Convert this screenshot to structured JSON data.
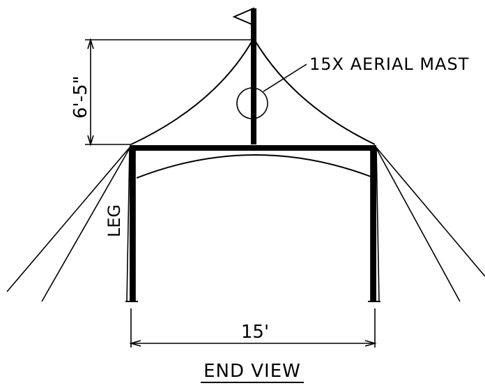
{
  "labels": {
    "mast": "15X AERIAL MAST",
    "height": "6'-5\"",
    "leg": "LEG",
    "width": "15'",
    "view": "END VIEW"
  }
}
